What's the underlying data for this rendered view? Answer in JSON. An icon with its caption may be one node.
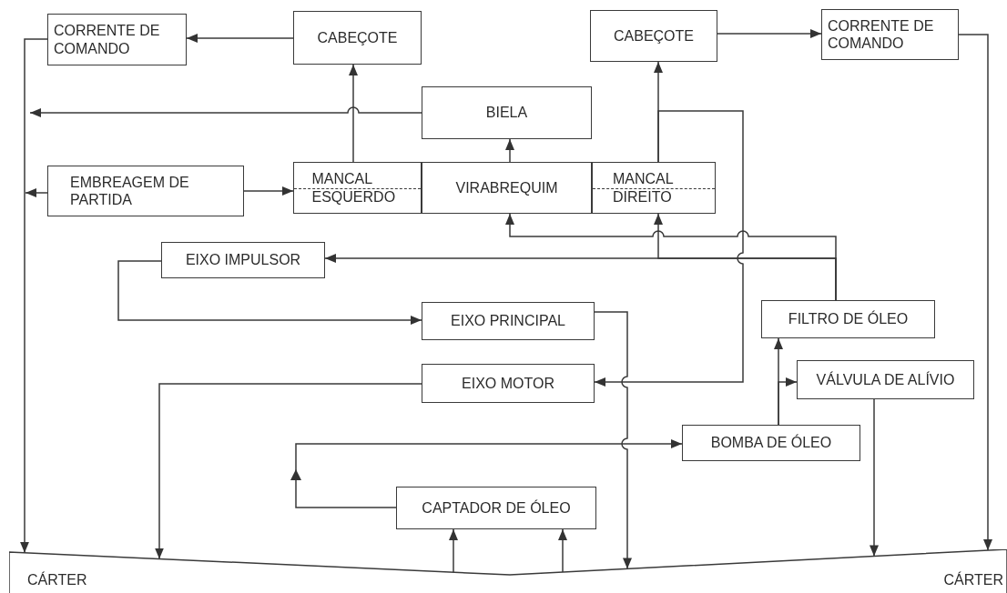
{
  "diagram": {
    "nodes": [
      {
        "text": [
          "CORRENTE DE COMANDO"
        ]
      },
      {
        "text": [
          "CABEÇOTE"
        ]
      },
      {
        "text": [
          "CABEÇOTE"
        ]
      },
      {
        "text": [
          "CORRENTE DE COMANDO"
        ]
      },
      {
        "text": [
          "BIELA"
        ]
      },
      {
        "text": [
          "EMBREAGEM DE PARTIDA"
        ]
      },
      {
        "text": [
          "MANCAL ESQUERDO"
        ]
      },
      {
        "text": [
          "VIRABREQUIM"
        ]
      },
      {
        "text": [
          "MANCAL DIREITO"
        ]
      },
      {
        "text": [
          "EIXO IMPULSOR"
        ]
      },
      {
        "text": [
          "EIXO PRINCIPAL"
        ]
      },
      {
        "text": [
          "FILTRO DE ÓLEO"
        ]
      },
      {
        "text": [
          "EIXO MOTOR"
        ]
      },
      {
        "text": [
          "VÁLVULA DE ALÍVIO"
        ]
      },
      {
        "text": [
          "BOMBA DE ÓLEO"
        ]
      },
      {
        "text": [
          "CAPTADOR DE ÓLEO"
        ]
      },
      {
        "text": [
          "CÁRTER",
          "CÁRTER"
        ]
      }
    ],
    "edges": [
      {
        "from": 1,
        "to": 0,
        "arrow": "to"
      },
      {
        "from": 2,
        "to": 3,
        "arrow": "to"
      },
      {
        "from": 0,
        "to": 16,
        "arrow": "to"
      },
      {
        "from": 3,
        "to": 16,
        "arrow": "to"
      },
      {
        "from": 6,
        "to": 1,
        "arrow": "to"
      },
      {
        "from": 8,
        "to": 2,
        "arrow": "to"
      },
      {
        "from": 7,
        "to": 4,
        "arrow": "to"
      },
      {
        "from": 4,
        "to": null,
        "arrow": "to"
      },
      {
        "from": 5,
        "to": 6,
        "arrow": "to"
      },
      {
        "from": 5,
        "to": null,
        "arrow": "to"
      },
      {
        "from": 9,
        "to": 10,
        "arrow": "to"
      },
      {
        "from": 10,
        "to": 16,
        "arrow": "to"
      },
      {
        "from": 12,
        "to": 16,
        "arrow": "to"
      },
      {
        "from": 8,
        "to": 12,
        "arrow": "to"
      },
      {
        "from": 11,
        "to": 7,
        "arrow": "to"
      },
      {
        "from": 11,
        "to": 8,
        "arrow": "to"
      },
      {
        "from": 11,
        "to": 9,
        "arrow": "to"
      },
      {
        "from": 15,
        "to": 14,
        "arrow": "to"
      },
      {
        "from": 14,
        "to": 11,
        "arrow": "to"
      },
      {
        "from": 14,
        "to": 13,
        "arrow": "to"
      },
      {
        "from": 13,
        "to": 16,
        "arrow": "to"
      },
      {
        "from": 16,
        "to": 15,
        "arrow": "to"
      },
      {
        "from": 16,
        "to": 15,
        "arrow": "to"
      }
    ]
  }
}
